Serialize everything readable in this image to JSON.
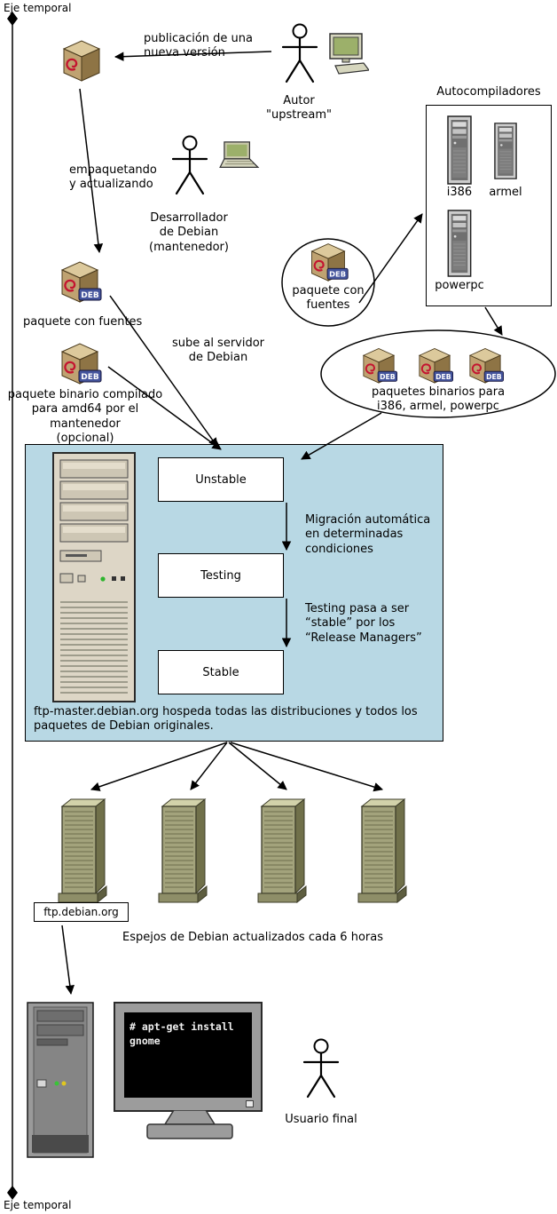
{
  "timeline": {
    "top": "Eje temporal",
    "bottom": "Eje temporal"
  },
  "upstream": {
    "publish": "publicación de una\nnueva versión",
    "author": "Autor \"upstream\""
  },
  "developer": {
    "packaging": "empaquetando\ny actualizando",
    "name": "Desarrollador\nde Debian\n(mantenedor)",
    "upload": "sube al servidor\nde Debian"
  },
  "packages": {
    "badge": "DEB",
    "source_label": "paquete con fuentes",
    "binary_label": "paquete binario compilado\npara amd64 por el mantenedor\n(opcional)",
    "source_bubble": "paquete con\nfuentes",
    "binaries_bubble": "paquetes binarios para\ni386, armel, powerpc"
  },
  "autobuilders": {
    "title": "Autocompiladores",
    "machines": [
      "i386",
      "armel",
      "powerpc"
    ]
  },
  "archive": {
    "suites": [
      "Unstable",
      "Testing",
      "Stable"
    ],
    "migration": "Migración automática\nen determinadas\ncondiciones",
    "release": "Testing pasa a ser\n“stable” por los\n“Release Managers”",
    "caption": "ftp-master.debian.org hospeda todas las distribuciones y todos los\npaquetes de Debian originales."
  },
  "mirrors": {
    "hostname": "ftp.debian.org",
    "caption": "Espejos de Debian actualizados cada 6 horas"
  },
  "end_user": {
    "terminal": "# apt-get install\ngnome",
    "label": "Usuario final"
  },
  "colors": {
    "archive-fill": "#b8d8e4",
    "pkg-front": "#bfa271",
    "pkg-top": "#dcc99c",
    "pkg-side": "#8e7445",
    "swirl-red": "#c41430",
    "deb-blue": "#44549c",
    "mirror-front": "#a3a37c",
    "mirror-side": "#70704a",
    "mirror-top": "#d2d2aa",
    "screen-green": "#9cb06a"
  }
}
